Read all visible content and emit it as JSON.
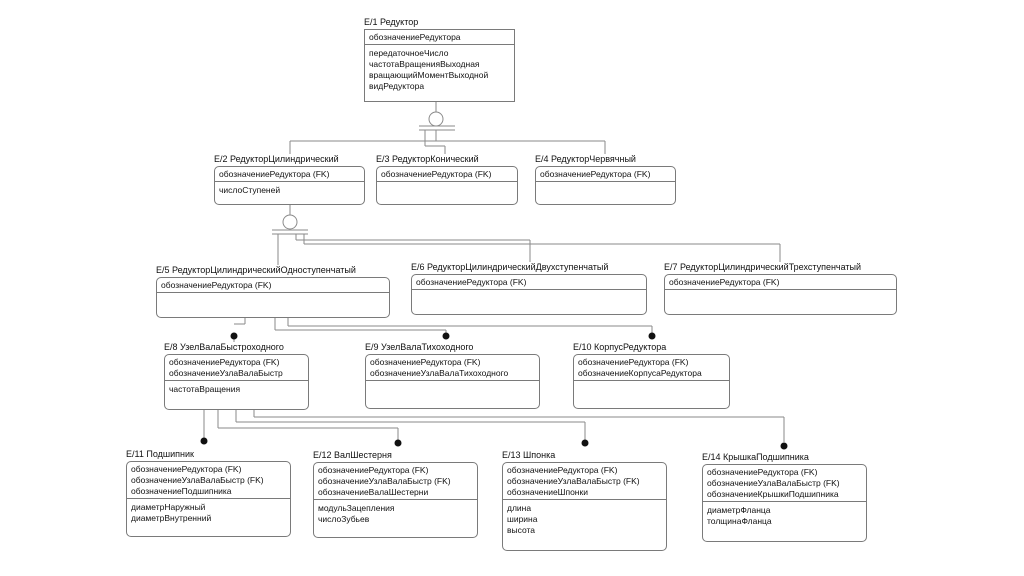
{
  "entities": [
    {
      "id": "e1",
      "title": "E/1 Редуктор",
      "keys": [
        "обозначениеРедуктора"
      ],
      "attrs": [
        "передаточноеЧисло",
        "частотаВращенияВыходная",
        "вращающийМоментВыходной",
        "видРедуктора"
      ]
    },
    {
      "id": "e2",
      "title": "E/2 РедукторЦилиндрический",
      "keys": [
        "обозначениеРедуктора (FK)"
      ],
      "attrs": [
        "числоСтупеней"
      ]
    },
    {
      "id": "e3",
      "title": "E/3 РедукторКонический",
      "keys": [
        "обозначениеРедуктора (FK)"
      ],
      "attrs": []
    },
    {
      "id": "e4",
      "title": "E/4 РедукторЧервячный",
      "keys": [
        "обозначениеРедуктора (FK)"
      ],
      "attrs": []
    },
    {
      "id": "e5",
      "title": "E/5 РедукторЦилиндрическийОдноступенчатый",
      "keys": [
        "обозначениеРедуктора (FK)"
      ],
      "attrs": []
    },
    {
      "id": "e6",
      "title": "E/6 РедукторЦилиндрическийДвухступенчатый",
      "keys": [
        "обозначениеРедуктора (FK)"
      ],
      "attrs": []
    },
    {
      "id": "e7",
      "title": "E/7 РедукторЦилиндрическийТрехступенчатый",
      "keys": [
        "обозначениеРедуктора (FK)"
      ],
      "attrs": []
    },
    {
      "id": "e8",
      "title": "E/8 УзелВалаБыстроходного",
      "keys": [
        "обозначениеРедуктора (FK)",
        "обозначениеУзлаВалаБыстр"
      ],
      "attrs": [
        "частотаВращения"
      ]
    },
    {
      "id": "e9",
      "title": "E/9 УзелВалаТихоходного",
      "keys": [
        "обозначениеРедуктора (FK)",
        "обозначениеУзлаВалаТихоходного"
      ],
      "attrs": []
    },
    {
      "id": "e10",
      "title": "E/10 КорпусРедуктора",
      "keys": [
        "обозначениеРедуктора (FK)",
        "обозначениеКорпусаРедуктора"
      ],
      "attrs": []
    },
    {
      "id": "e11",
      "title": "E/11 Подшипник",
      "keys": [
        "обозначениеРедуктора (FK)",
        "обозначениеУзлаВалаБыстр (FK)",
        "обозначениеПодшипника"
      ],
      "attrs": [
        "диаметрНаружный",
        "диаметрВнутренний"
      ]
    },
    {
      "id": "e12",
      "title": "E/12 ВалШестерня",
      "keys": [
        "обозначениеРедуктора (FK)",
        "обозначениеУзлаВалаБыстр (FK)",
        "обозначениеВалаШестерни"
      ],
      "attrs": [
        "модульЗацепления",
        "числоЗубьев"
      ]
    },
    {
      "id": "e13",
      "title": "E/13 Шпонка",
      "keys": [
        "обозначениеРедуктора (FK)",
        "обозначениеУзлаВалаБыстр (FK)",
        "обозначениеШпонки"
      ],
      "attrs": [
        "длина",
        "ширина",
        "высота"
      ]
    },
    {
      "id": "e14",
      "title": "E/14 КрышкаПодшипника",
      "keys": [
        "обозначениеРедуктора (FK)",
        "обозначениеУзлаВалаБыстр (FK)",
        "обозначениеКрышкиПодшипника"
      ],
      "attrs": [
        "диаметрФланца",
        "толщинаФланца"
      ]
    }
  ]
}
